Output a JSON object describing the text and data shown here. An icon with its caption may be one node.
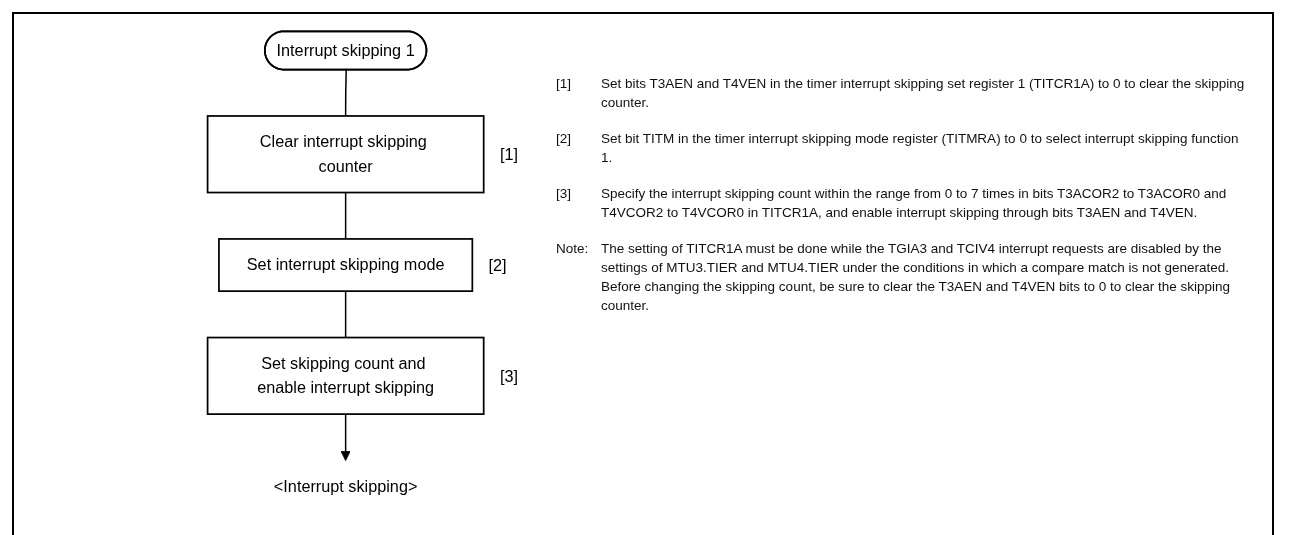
{
  "diagram": {
    "nodes": [
      {
        "text": [
          "Interrupt skipping 1"
        ]
      },
      {
        "text": [
          "Clear interrupt skipping counter"
        ],
        "beside": [
          "[1]"
        ]
      },
      {
        "text": [
          "Set interrupt skipping mode"
        ],
        "beside": [
          "[2]"
        ]
      },
      {
        "text": [
          "Set skipping count and enable interrupt skipping"
        ],
        "beside": [
          "[3]"
        ]
      },
      {
        "text": [
          "<Interrupt skipping>"
        ]
      }
    ],
    "edges": [
      {
        "from": 0,
        "to": 1,
        "arrow": "none"
      },
      {
        "from": 1,
        "to": 2,
        "arrow": "none"
      },
      {
        "from": 2,
        "to": 3,
        "arrow": "none"
      },
      {
        "from": 3,
        "to": 4,
        "arrow": "to"
      }
    ],
    "labels": [
      "[1]",
      "Set bits T3AEN and T4VEN in the timer interrupt skipping set register 1 (TITCR1A) to 0 to clear the skipping counter.",
      "[2]",
      "Set bit TITM in the timer interrupt skipping mode register (TITMRA) to 0 to select interrupt skipping function 1.",
      "[3]",
      "Specify the interrupt skipping count within the range from 0 to 7 times in bits T3ACOR2 to T3ACOR0 and T4VCOR2 to T4VCOR0 in TITCR1A, and enable interrupt skipping through bits T3AEN and T4VEN.",
      "Note:",
      "The setting of TITCR1A must be done while the TGIA3 and TCIV4 interrupt requests are disabled by the settings of MTU3.TIER and MTU4.TIER under the conditions in which a compare match is not generated. Before changing the skipping count, be sure to clear the T3AEN and T4VEN bits to 0 to clear the skipping counter."
    ]
  }
}
